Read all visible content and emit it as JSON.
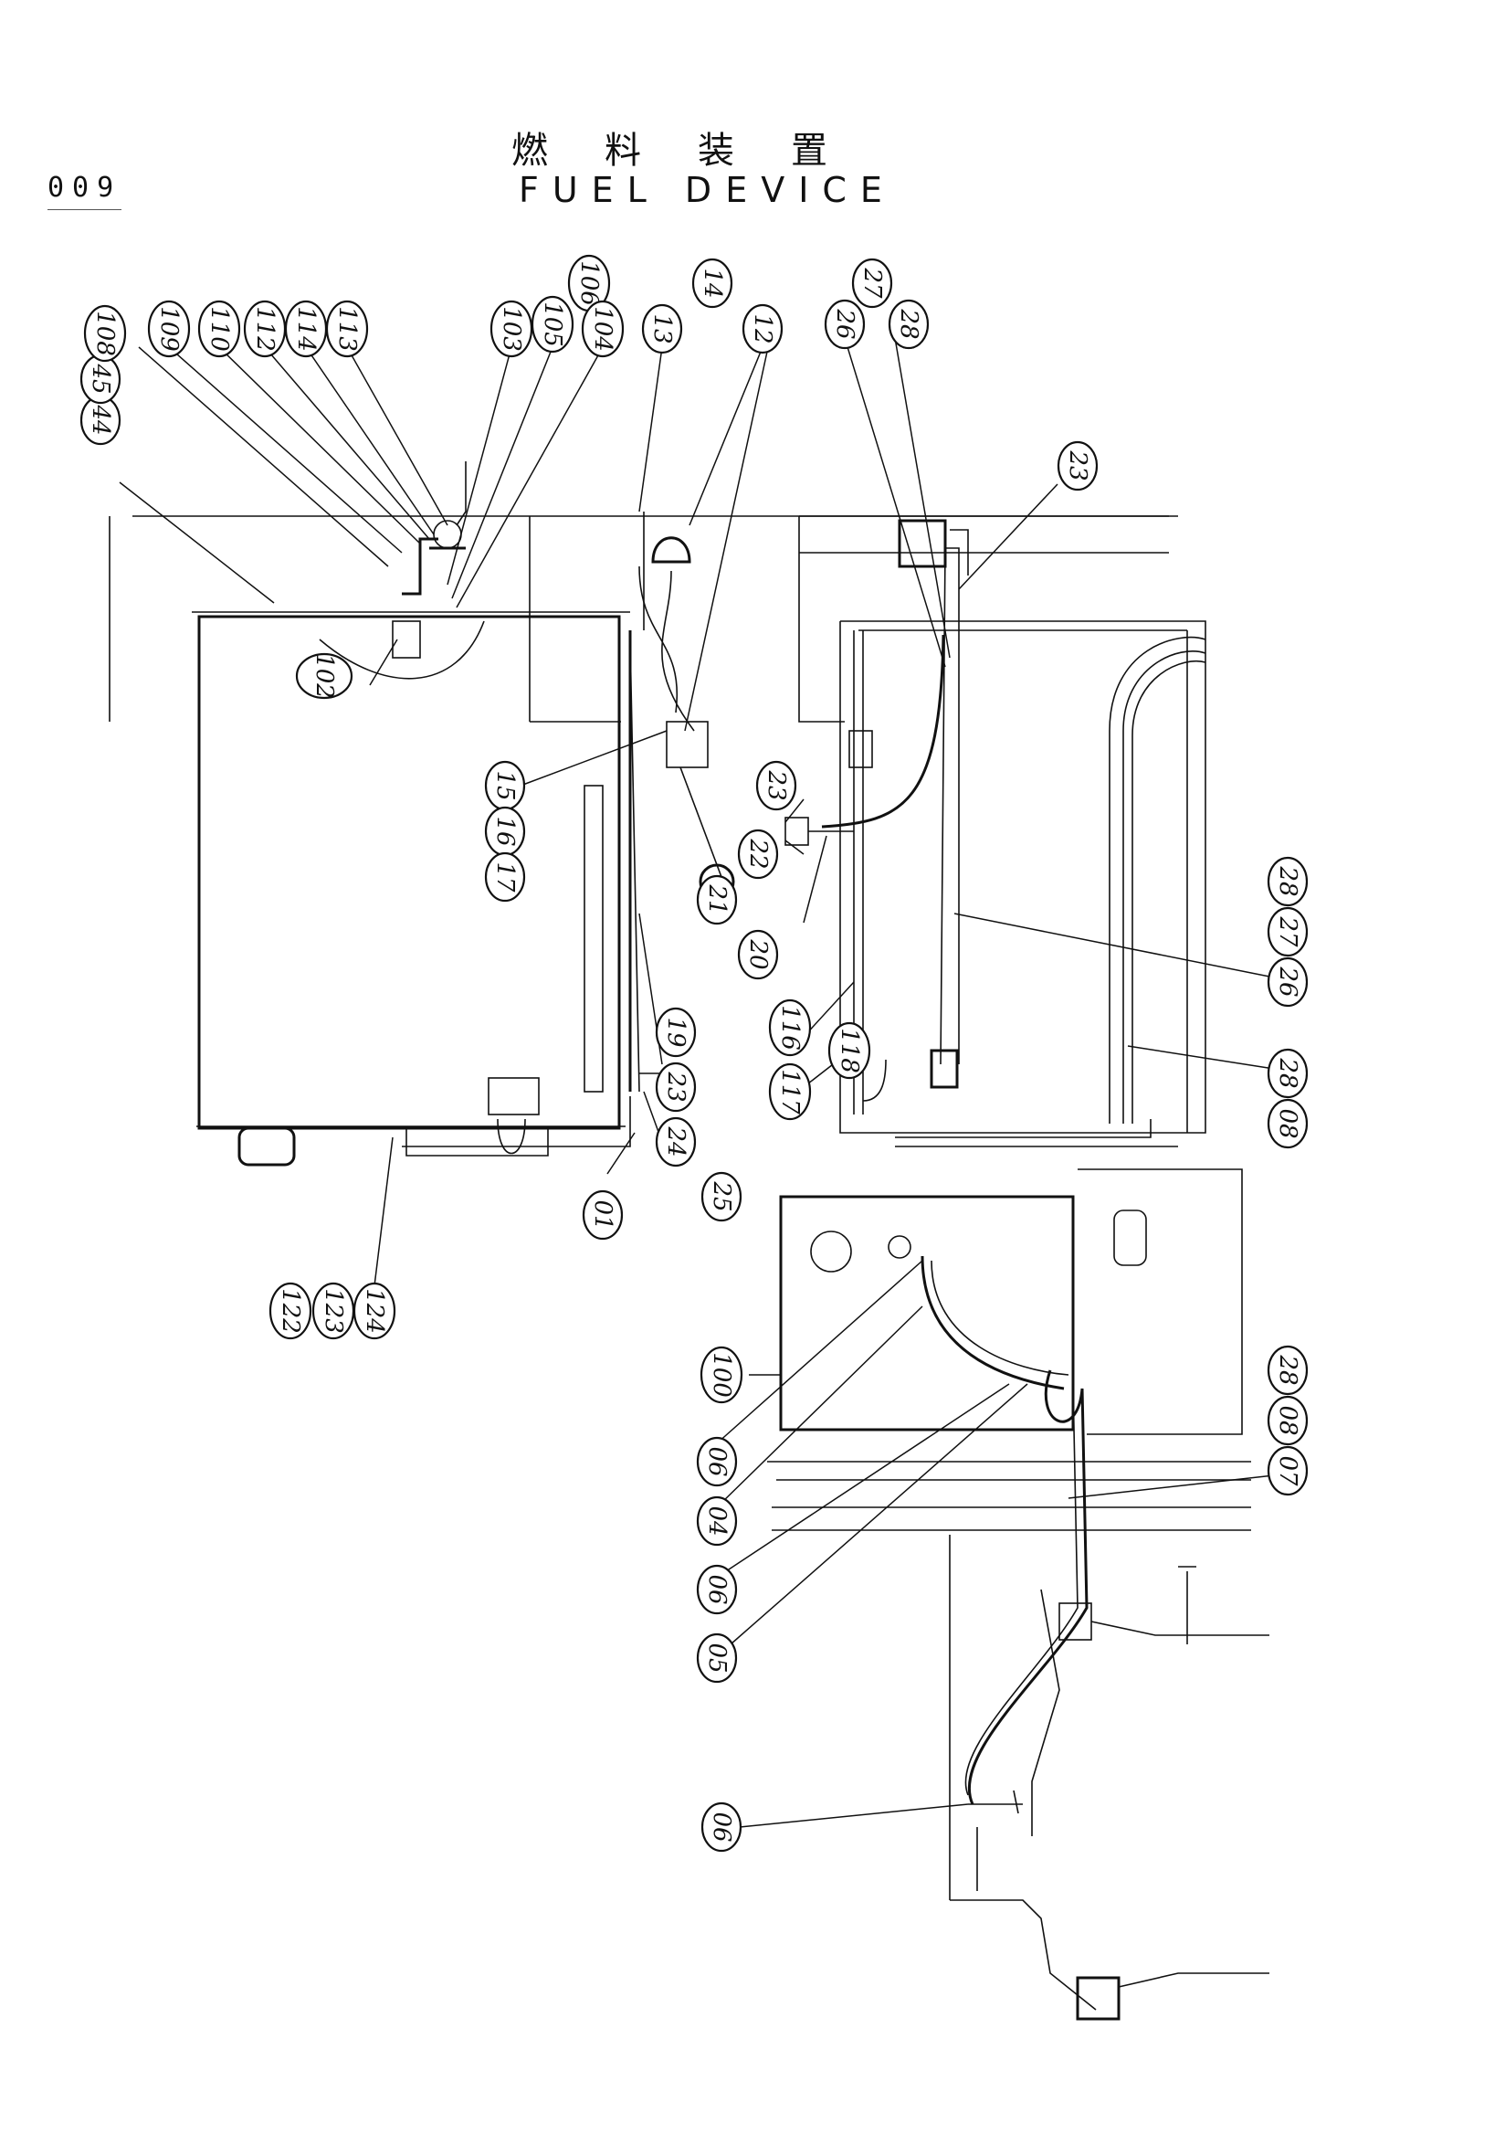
{
  "header": {
    "page_number": "009",
    "title_jp": "燃料装置",
    "title_en": "FUEL DEVICE"
  },
  "callouts": [
    {
      "label": "44"
    },
    {
      "label": "45"
    },
    {
      "label": "108"
    },
    {
      "label": "109"
    },
    {
      "label": "110"
    },
    {
      "label": "112"
    },
    {
      "label": "114"
    },
    {
      "label": "113"
    },
    {
      "label": "103"
    },
    {
      "label": "105"
    },
    {
      "label": "106"
    },
    {
      "label": "104"
    },
    {
      "label": "13"
    },
    {
      "label": "14"
    },
    {
      "label": "12"
    },
    {
      "label": "26"
    },
    {
      "label": "27"
    },
    {
      "label": "28"
    },
    {
      "label": "23"
    },
    {
      "label": "102"
    },
    {
      "label": "15"
    },
    {
      "label": "16"
    },
    {
      "label": "17"
    },
    {
      "label": "23"
    },
    {
      "label": "22"
    },
    {
      "label": "21"
    },
    {
      "label": "20"
    },
    {
      "label": "19"
    },
    {
      "label": "23"
    },
    {
      "label": "24"
    },
    {
      "label": "25"
    },
    {
      "label": "01"
    },
    {
      "label": "116"
    },
    {
      "label": "117"
    },
    {
      "label": "118"
    },
    {
      "label": "26"
    },
    {
      "label": "27"
    },
    {
      "label": "28"
    },
    {
      "label": "08"
    },
    {
      "label": "28"
    },
    {
      "label": "122"
    },
    {
      "label": "123"
    },
    {
      "label": "124"
    },
    {
      "label": "100"
    },
    {
      "label": "06"
    },
    {
      "label": "04"
    },
    {
      "label": "06"
    },
    {
      "label": "05"
    },
    {
      "label": "07"
    },
    {
      "label": "08"
    },
    {
      "label": "28"
    },
    {
      "label": "06"
    }
  ]
}
